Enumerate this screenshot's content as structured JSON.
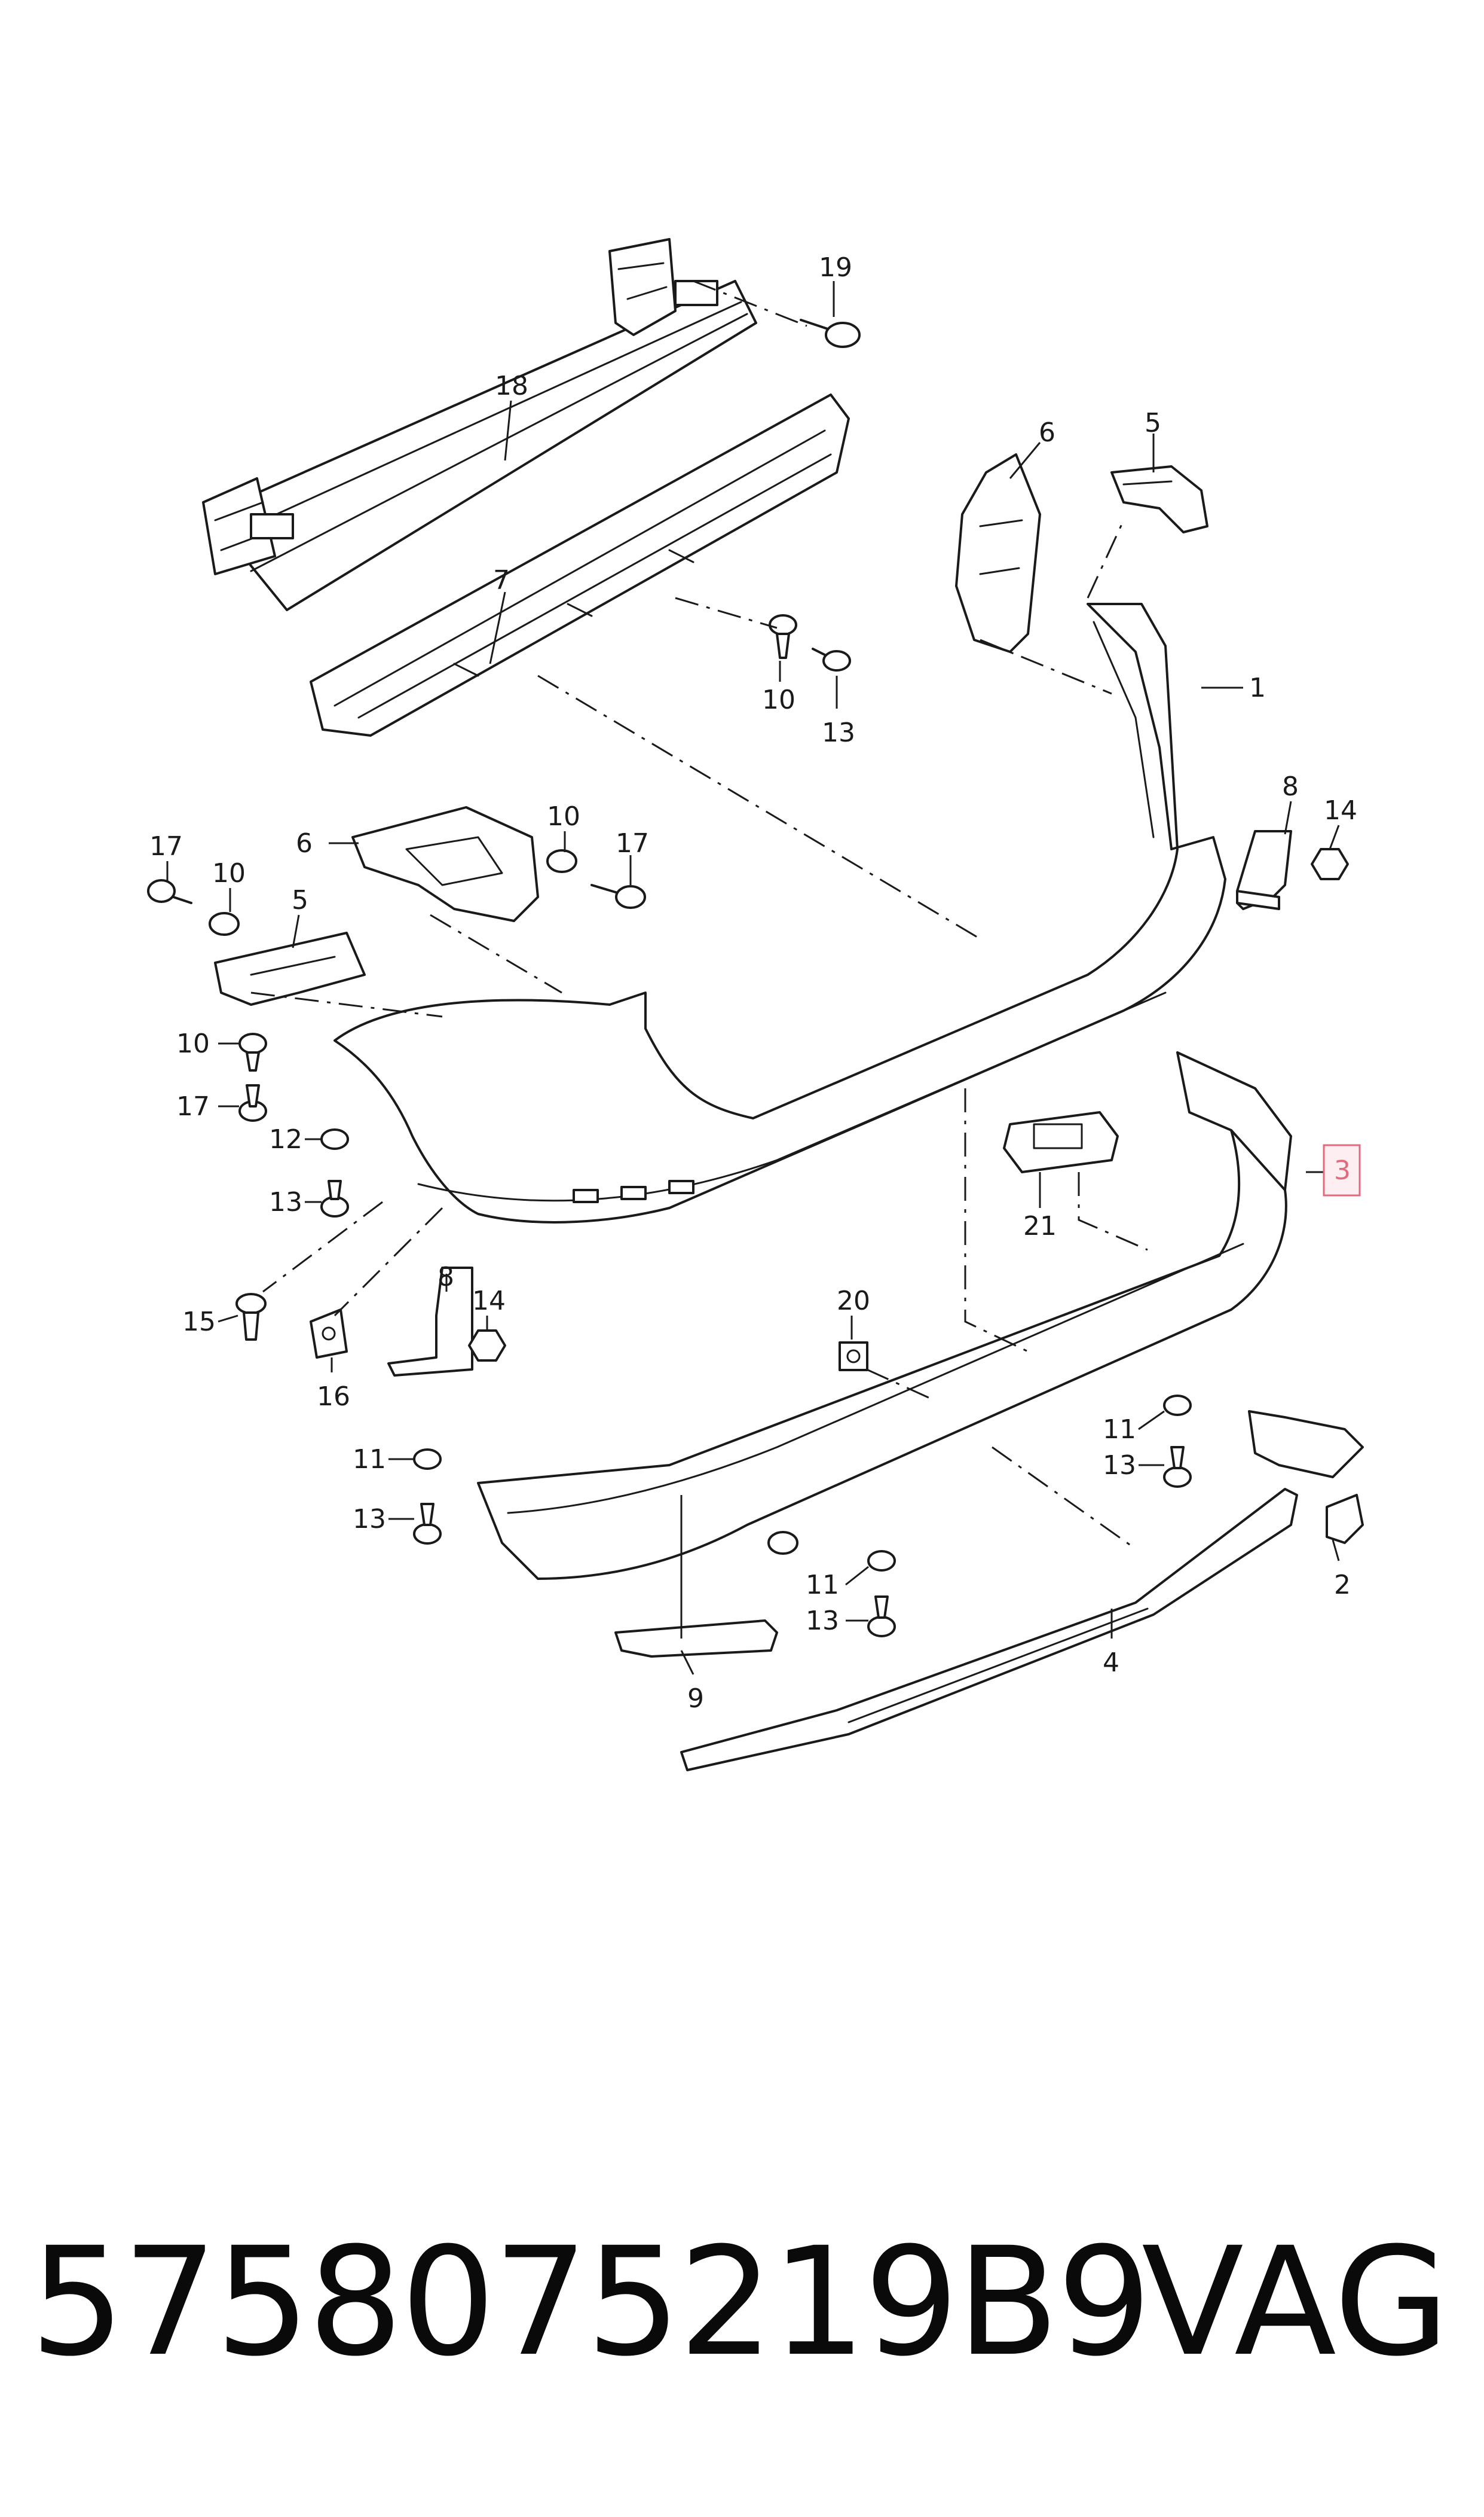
{
  "callouts": {
    "c1": "1",
    "c2": "2",
    "c3": "3",
    "c4": "4",
    "c5a": "5",
    "c5b": "5",
    "c6a": "6",
    "c6b": "6",
    "c7": "7",
    "c8a": "8",
    "c8b": "8",
    "c9": "9",
    "c10a": "10",
    "c10b": "10",
    "c10c": "10",
    "c10d": "10",
    "c11a": "11",
    "c11b": "11",
    "c11c": "11",
    "c12": "12",
    "c13a": "13",
    "c13b": "13",
    "c13c": "13",
    "c13d": "13",
    "c13e": "13",
    "c14a": "14",
    "c14b": "14",
    "c15": "15",
    "c16": "16",
    "c17a": "17",
    "c17b": "17",
    "c17c": "17",
    "c18": "18",
    "c19": "19",
    "c20": "20",
    "c21": "21"
  },
  "highlighted_callout": "3",
  "footer": {
    "part_number": "5758075219B9",
    "brand": "VAG"
  },
  "colors": {
    "line": "#1a1a1a",
    "highlight_border": "#e06b7f",
    "highlight_fill": "#fdeef1"
  }
}
